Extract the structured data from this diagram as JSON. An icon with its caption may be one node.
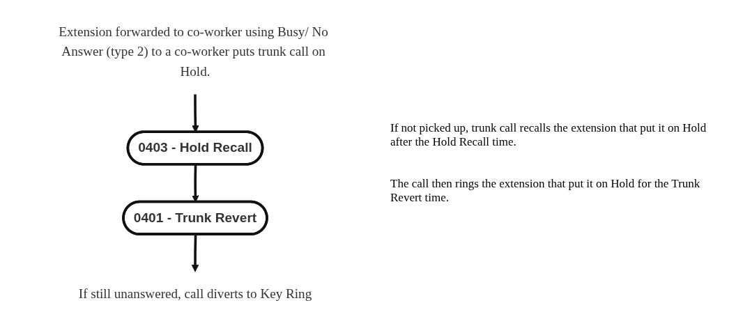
{
  "diagram": {
    "nodes": [
      {
        "text": [
          "Extension forwarded to co-worker using Busy/ No Answer (type 2) to a co-worker puts trunk call on Hold."
        ]
      },
      {
        "text": [
          "0403 - Hold Recall"
        ]
      },
      {
        "text": [
          "0401 - Trunk Revert"
        ]
      },
      {
        "text": [
          "If still unanswered, call diverts to Key Ring"
        ]
      }
    ],
    "edges": [
      {
        "from": 0,
        "to": 1,
        "arrow": "to"
      },
      {
        "from": 1,
        "to": 2,
        "arrow": "to"
      },
      {
        "from": 2,
        "to": 3,
        "arrow": "to"
      }
    ],
    "labels": [
      "If not picked up, trunk call recalls the extension that put it on Hold after the Hold Recall time.",
      "The call then rings the extension that put it on Hold for the Trunk Revert time."
    ]
  }
}
